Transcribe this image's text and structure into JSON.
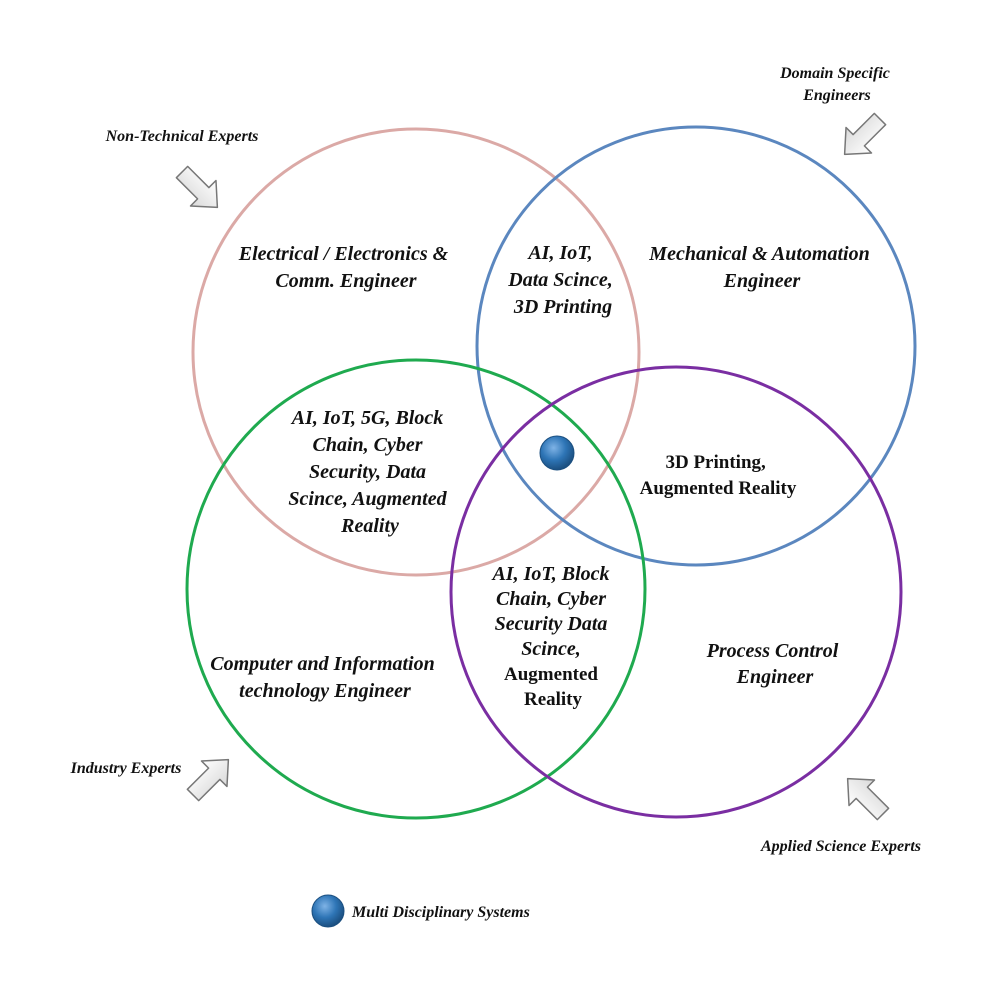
{
  "circles": {
    "electrical": {
      "color": "#dba9a6",
      "label_lines": [
        "Electrical / Electronics &",
        "Comm. Engineer"
      ]
    },
    "mechanical": {
      "color": "#5b87bf",
      "label_lines": [
        "Mechanical & Automation",
        "Engineer"
      ]
    },
    "computer": {
      "color": "#1faa4f",
      "label_lines": [
        "Computer and Information",
        "technology Engineer"
      ]
    },
    "process": {
      "color": "#7a2ea2",
      "label_lines": [
        "Process Control",
        "Engineer"
      ]
    }
  },
  "overlaps": {
    "electrical_mechanical": [
      "AI, IoT,",
      "Data Scince,",
      "3D Printing"
    ],
    "electrical_computer": [
      "AI, IoT, 5G, Block",
      "Chain, Cyber",
      "Security, Data",
      "Scince, Augmented",
      "Reality"
    ],
    "mechanical_process": [
      "3D Printing,",
      "Augmented Reality"
    ],
    "computer_process": [
      "AI, IoT, Block",
      "Chain, Cyber",
      "Security Data",
      "Scince,",
      "Augmented",
      "Reality"
    ]
  },
  "experts": {
    "non_technical": [
      "Non-Technical Experts"
    ],
    "domain_specific": [
      "Domain Specific",
      "Engineers"
    ],
    "industry": [
      "Industry Experts"
    ],
    "applied_science": [
      "Applied Science Experts"
    ]
  },
  "legend": {
    "label": "Multi Disciplinary Systems",
    "marker_color": "#2e75b6"
  },
  "icons": {
    "expert_arrow": "block-arrow-icon",
    "multidisciplinary_marker": "blue-sphere-icon"
  }
}
